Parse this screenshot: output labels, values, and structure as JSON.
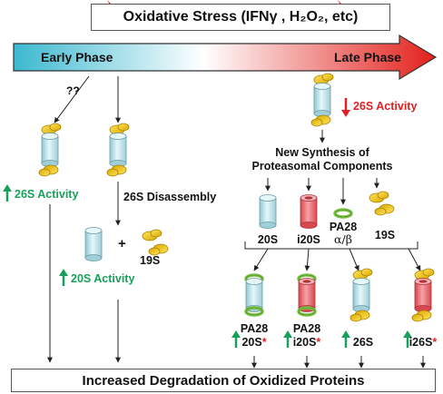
{
  "title_box": {
    "text": "Oxidative Stress (IFNγ , H₂O₂, etc)"
  },
  "timeline": {
    "early": "Early Phase",
    "late": "Late Phase"
  },
  "unknown": "??",
  "left": {
    "activity_26s": "26S Activity",
    "disassembly": "26S Disassembly",
    "plus": "+",
    "label_19s": "19S",
    "activity_20s": "20S Activity"
  },
  "right": {
    "activity_26s": "26S Activity",
    "synthesis_line1": "New Synthesis of",
    "synthesis_line2": "Proteasomal Components",
    "components": [
      {
        "line1": "20S",
        "line2": ""
      },
      {
        "line1": "i20S",
        "line2": ""
      },
      {
        "line1": "PA28",
        "line2": "α/β"
      },
      {
        "line1": "19S",
        "line2": ""
      }
    ],
    "complexes": [
      {
        "line1": "PA28",
        "line2": "20S",
        "star": "*"
      },
      {
        "line1": "PA28",
        "line2": "i20S",
        "star": "*"
      },
      {
        "line1": "",
        "line2": "26S",
        "star": ""
      },
      {
        "line1": "",
        "line2": "i26S",
        "star": "*"
      }
    ]
  },
  "bottom_box": {
    "text": "Increased Degradation of Oxidized Proteins"
  },
  "colors": {
    "arrow_start": "#3bb8d0",
    "arrow_end": "#e3201b",
    "cylinder_20s": "#b9e4ea",
    "cylinder_i20s": "#ef5a62",
    "ring_pa28": "#7ac143",
    "cap_19s": "#f2c400",
    "up_arrow": "#18a05a",
    "down_arrow": "#e02020"
  }
}
